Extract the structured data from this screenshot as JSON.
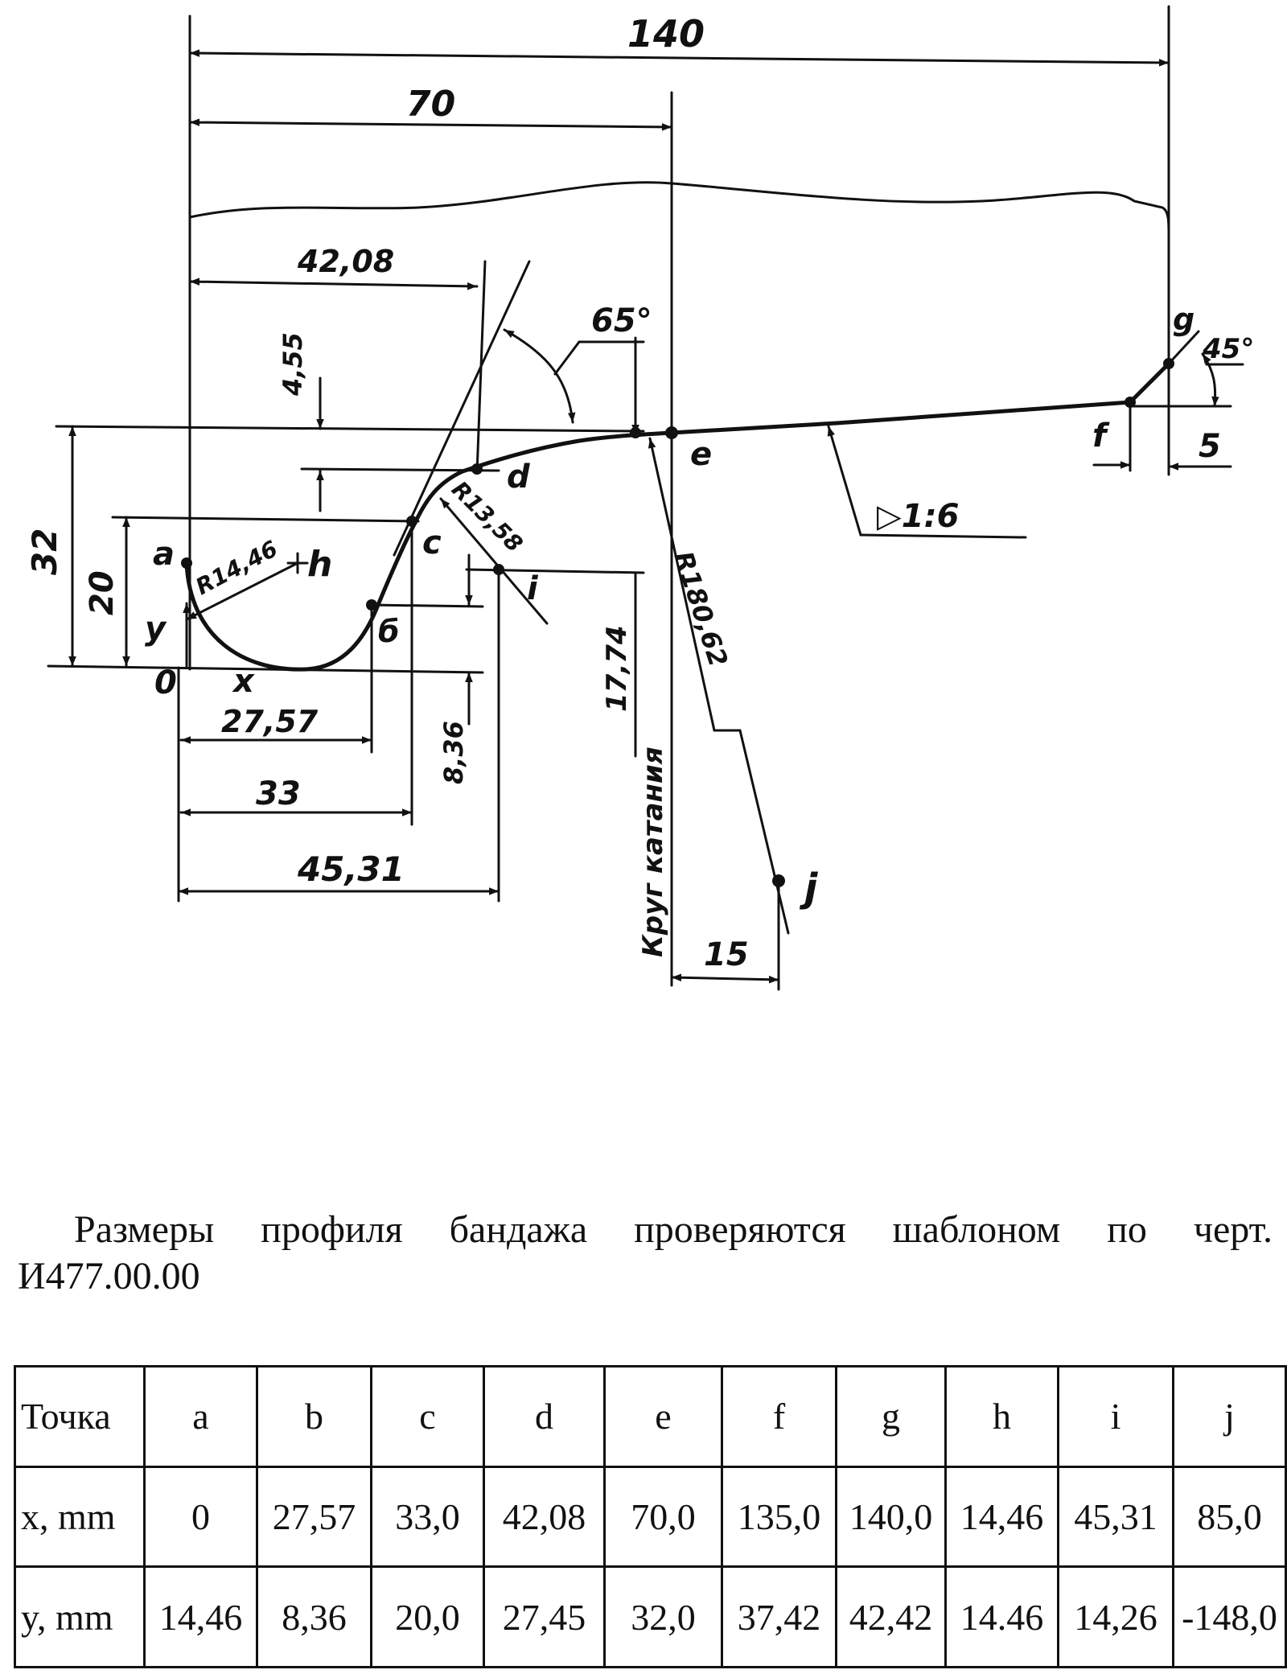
{
  "drawing": {
    "dimensions": {
      "overall_width": "140",
      "half_width": "70",
      "dim_42_08": "42,08",
      "dim_4_55": "4,55",
      "angle_65": "65°",
      "dim_32": "32",
      "dim_20": "20",
      "radius_h": "R14,46",
      "radius_i": "R13,58",
      "dim_8_36": "8,36",
      "dim_27_57": "27,57",
      "dim_33": "33",
      "dim_45_31": "45,31",
      "dim_17_74": "17,74",
      "radius_j": "R180,62",
      "dim_15": "15",
      "taper": "▷1:6",
      "angle_45": "45°",
      "dim_5": "5"
    },
    "point_labels": {
      "a": "a",
      "b": "б",
      "c": "c",
      "d": "d",
      "e": "e",
      "f": "f",
      "g": "g",
      "h": "h",
      "i": "i",
      "j": "j",
      "origin": "0",
      "x": "x",
      "y": "y"
    },
    "rolling_circle_label": "Круг катания"
  },
  "caption": {
    "line1": "Размеры профиля бандажа проверяются шаблоном по черт.",
    "line2": "И477.00.00"
  },
  "table": {
    "header": [
      "Точка",
      "a",
      "b",
      "c",
      "d",
      "e",
      "f",
      "g",
      "h",
      "i",
      "j"
    ],
    "x_row": [
      "x, mm",
      "0",
      "27,57",
      "33,0",
      "42,08",
      "70,0",
      "135,0",
      "140,0",
      "14,46",
      "45,31",
      "85,0"
    ],
    "y_row": [
      "y, mm",
      "14,46",
      "8,36",
      "20,0",
      "27,45",
      "32,0",
      "37,42",
      "42,42",
      "14.46",
      "14,26",
      "-148,0"
    ]
  }
}
